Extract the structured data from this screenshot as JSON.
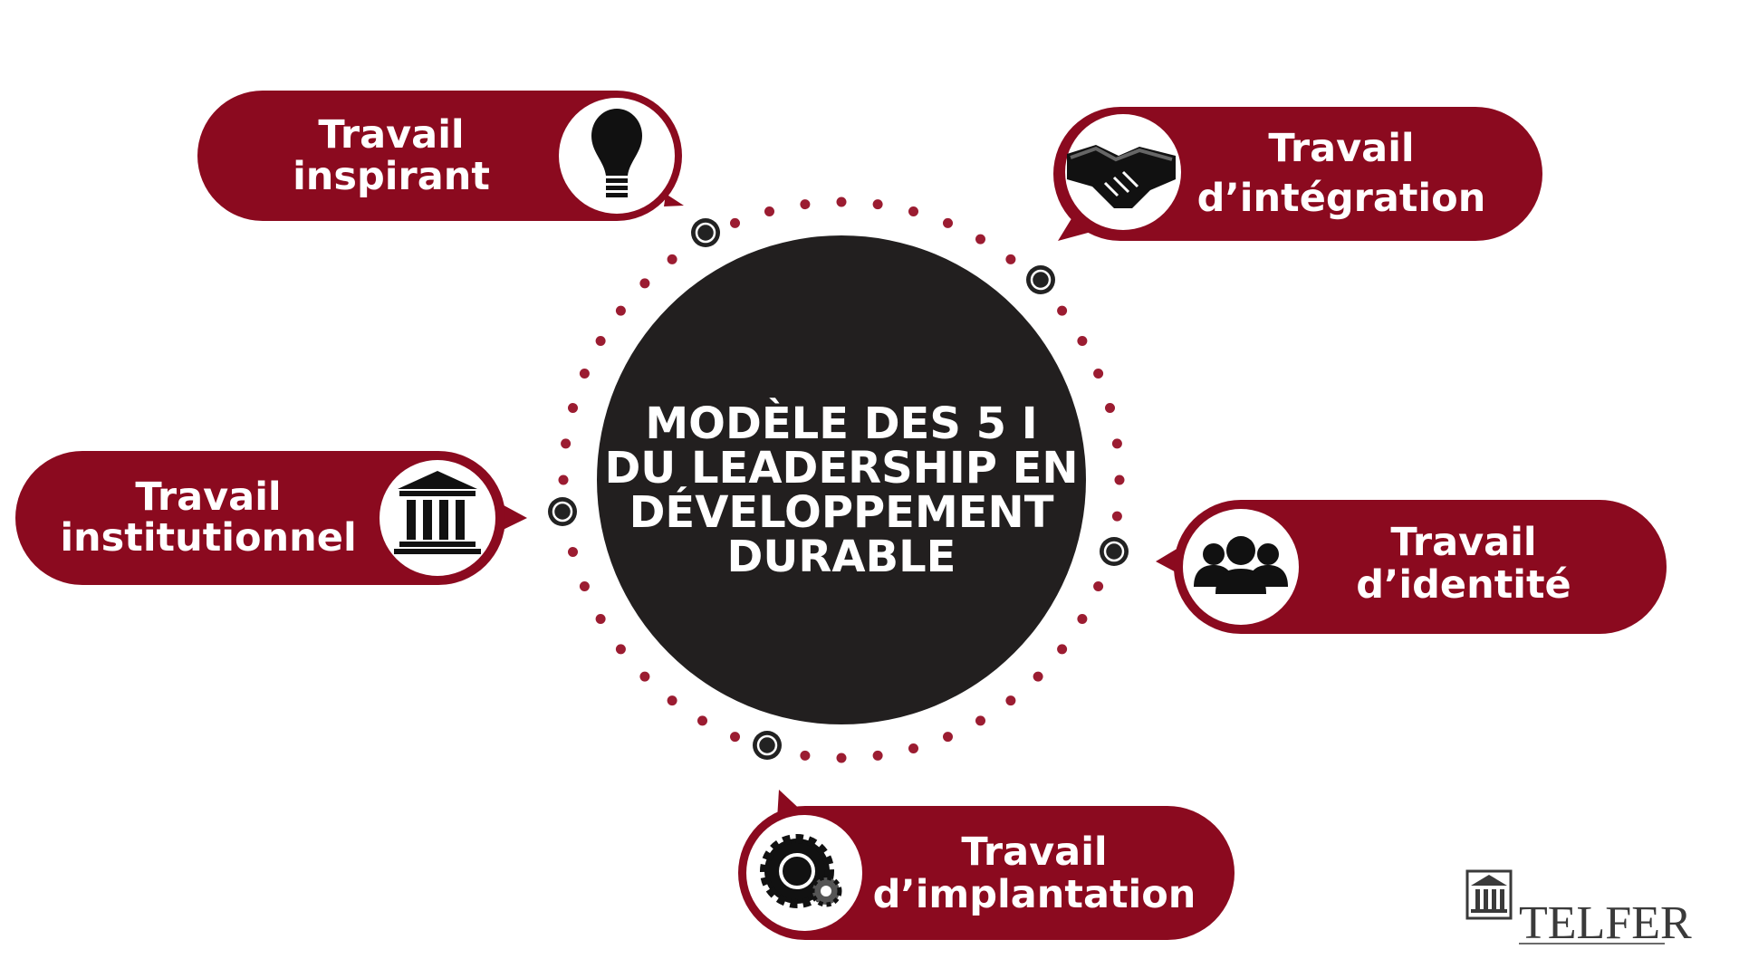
{
  "colors": {
    "accent": "#8b0a1f",
    "center": "#221f1f",
    "dot": "#9b1c31",
    "white": "#ffffff"
  },
  "center": {
    "lines": [
      "MODÈLE DES 5 I",
      "DU LEADERSHIP EN",
      "DÉVELOPPEMENT",
      "DURABLE"
    ]
  },
  "items": [
    {
      "line1": "Travail",
      "line2": "inspirant",
      "icon": "lightbulb-icon"
    },
    {
      "line1": "Travail",
      "line2": "d’intégration",
      "icon": "handshake-icon"
    },
    {
      "line1": "Travail",
      "line2": "institutionnel",
      "icon": "institution-building-icon"
    },
    {
      "line1": "Travail",
      "line2": "d’identité",
      "icon": "group-people-icon"
    },
    {
      "line1": "Travail",
      "line2": "d’implantation",
      "icon": "gears-icon"
    }
  ],
  "logo": {
    "text": "TELFER",
    "icon": "university-building-icon"
  }
}
